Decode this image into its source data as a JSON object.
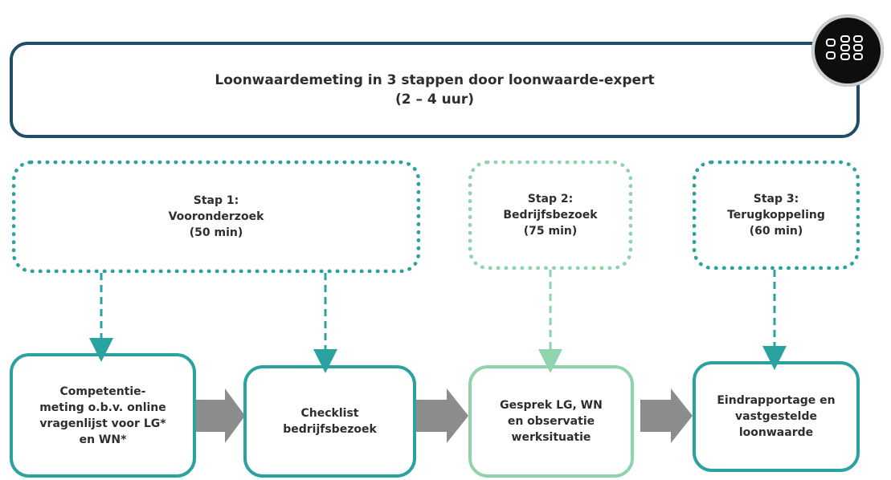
{
  "title": {
    "line1": "Loonwaardemeting in 3 stappen door loonwaarde-expert",
    "line2": "(2 – 4 uur)"
  },
  "steps": [
    {
      "label": "Stap 1:",
      "name": "Vooronderzoek",
      "duration": "(50 min)"
    },
    {
      "label": "Stap 2:",
      "name": "Bedrijfsbezoek",
      "duration": "(75 min)"
    },
    {
      "label": "Stap 3:",
      "name": "Terugkoppeling",
      "duration": "(60 min)"
    }
  ],
  "tasks": [
    {
      "lines": [
        "Competentie-",
        "meting o.b.v. online",
        "vragenlijst voor LG*",
        "en WN*"
      ]
    },
    {
      "lines": [
        "Checklist",
        "bedrijfsbezoek"
      ]
    },
    {
      "lines": [
        "Gesprek LG, WN",
        "en observatie",
        "werksituatie"
      ]
    },
    {
      "lines": [
        "Eindrapportage en",
        "vastgestelde",
        "loonwaarde"
      ]
    }
  ],
  "logo_icon": "loonwaarde-logo-icon",
  "colors": {
    "navy": "#1f4e6b",
    "teal": "#2aa3a0",
    "light_green": "#8fd4ad",
    "arrow_gray": "#8c8c8c"
  }
}
